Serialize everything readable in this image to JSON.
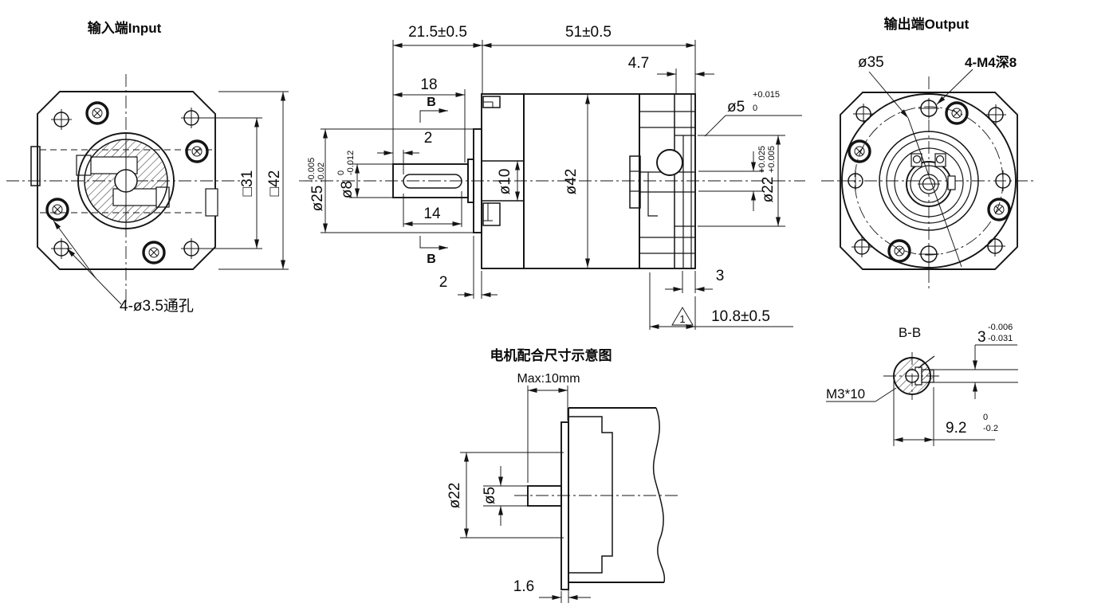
{
  "style": {
    "background": "#ffffff",
    "line_color": "#141414"
  },
  "views": {
    "input": {
      "title": "输入端Input",
      "bolt_spacing": "□31",
      "flange_size": "□42",
      "through_holes": "4-ø3.5通孔"
    },
    "side": {
      "front_length": "21.5±0.5",
      "body_length": "51±0.5",
      "dim_4_7": "4.7",
      "shaft_length": "18",
      "section_mark": "B",
      "dim_2_front": "2",
      "key_length": "14",
      "dim_2_plate": "2",
      "boss": {
        "dia": "ø25",
        "tol_up": "-0.005",
        "tol_low": "-0.02"
      },
      "shaft": {
        "dia": "ø8",
        "tol_up": "0",
        "tol_low": "-0.012"
      },
      "hub_dia": "ø10",
      "body_dia": "ø42",
      "motor_hole": {
        "dia": "ø5",
        "tol_up": "+0.015",
        "tol_low": "0"
      },
      "motor_pilot": {
        "dia": "ø22",
        "tol_up": "+0.025",
        "tol_low": "+0.005"
      },
      "dim_3": "3",
      "dim_10_8": "10.8±0.5",
      "rev_mark": "1"
    },
    "output": {
      "title": "输出端Output",
      "pilot_dia": "ø35",
      "tapped_holes": "4-M4深8"
    },
    "section_bb": {
      "title": "B-B",
      "key_width": {
        "dia": "3",
        "tol_up": "-0.006",
        "tol_low": "-0.031"
      },
      "set_screw": "M3*10",
      "key_flat": {
        "dia": "9.2",
        "tol_up": "0",
        "tol_low": "-0.2"
      }
    },
    "motor_fit": {
      "title": "电机配合尺寸示意图",
      "max_insert": "Max:10mm",
      "pilot_dia": "ø22",
      "shaft_dia": "ø5",
      "plate_thk": "1.6"
    }
  }
}
